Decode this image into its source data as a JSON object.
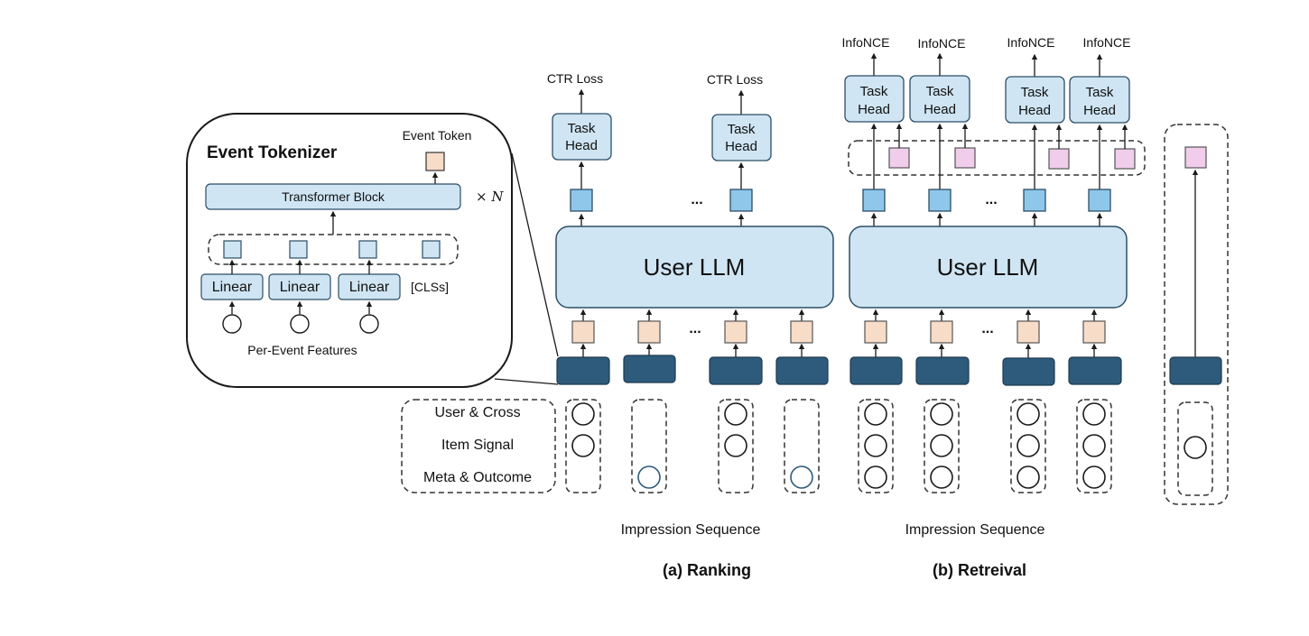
{
  "colors": {
    "light_blue": "#cfe5f3",
    "light_blue_border": "#2c4e66",
    "mid_blue": "#8ec7ea",
    "dark_blue": "#2e5b7b",
    "peach": "#f7dcc8",
    "pink": "#f0cdea",
    "line": "#1a1a1a"
  },
  "tokenizer": {
    "title": "Event Tokenizer",
    "event_token_label": "Event Token",
    "transformer_label": "Transformer Block",
    "times_n": "× N",
    "linear_label": "Linear",
    "cls_label": "[CLSs]",
    "features_label": "Per-Event Features"
  },
  "legend": {
    "row1": "User & Cross",
    "row2": "Item Signal",
    "row3": "Meta & Outcome"
  },
  "ranking": {
    "loss_label": "CTR Loss",
    "task_head_line1": "Task",
    "task_head_line2": "Head",
    "llm_label": "User LLM",
    "ellipsis": "...",
    "sequence_label": "Impression Sequence",
    "caption": "(a) Ranking"
  },
  "retrieval": {
    "loss_label": "InfoNCE",
    "task_head_line1": "Task",
    "task_head_line2": "Head",
    "llm_label": "User LLM",
    "ellipsis": "...",
    "sequence_label": "Impression Sequence",
    "caption": "(b) Retreival"
  }
}
